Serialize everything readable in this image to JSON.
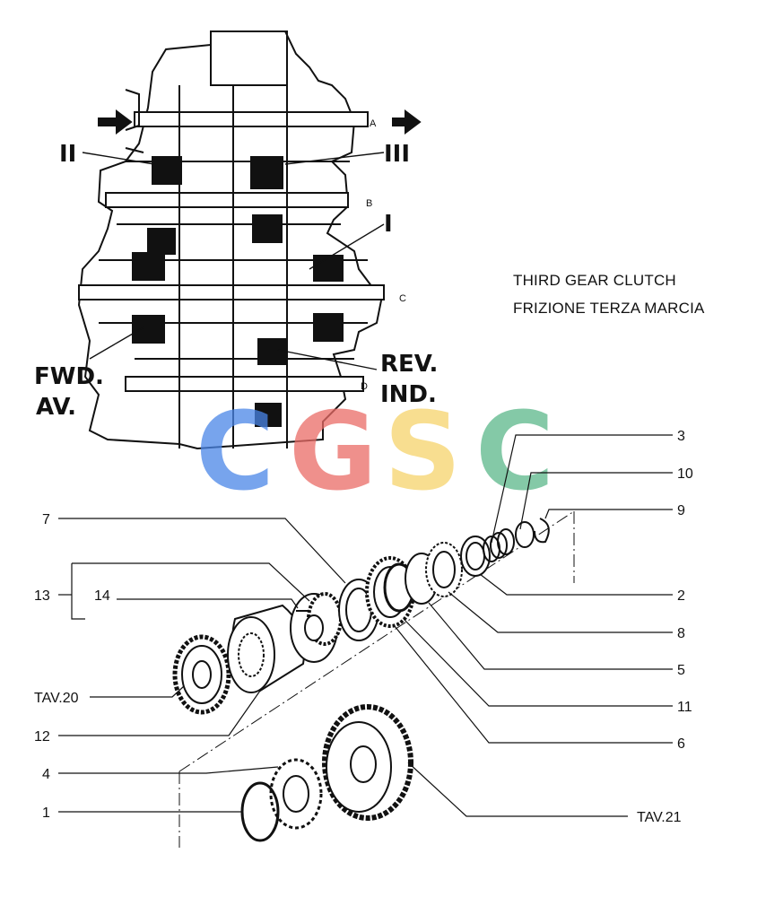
{
  "title": {
    "line1": "THIRD GEAR CLUTCH",
    "line2": "FRIZIONE TERZA MARCIA"
  },
  "section_labels": {
    "II": "II",
    "III": "III",
    "I": "I",
    "fwd": "FWD.",
    "av": "AV.",
    "rev": "REV.",
    "ind": "IND."
  },
  "shaft_letters": {
    "a": "A",
    "b": "B",
    "c": "C",
    "d": "D"
  },
  "callouts": {
    "c3": "3",
    "c10": "10",
    "c9": "9",
    "c2": "2",
    "c8": "8",
    "c5": "5",
    "c11": "11",
    "c6": "6",
    "c7": "7",
    "c13": "13",
    "c14": "14",
    "tav20": "TAV.20",
    "c12": "12",
    "c4": "4",
    "c1": "1",
    "tav21": "TAV.21"
  },
  "watermark": {
    "letters": [
      "C",
      "G",
      "S",
      "C"
    ],
    "colors": [
      "#4a86e8",
      "#ea6b66",
      "#f6d36b",
      "#5cb88a"
    ]
  },
  "colors": {
    "ink": "#111111",
    "paper": "#ffffff"
  }
}
